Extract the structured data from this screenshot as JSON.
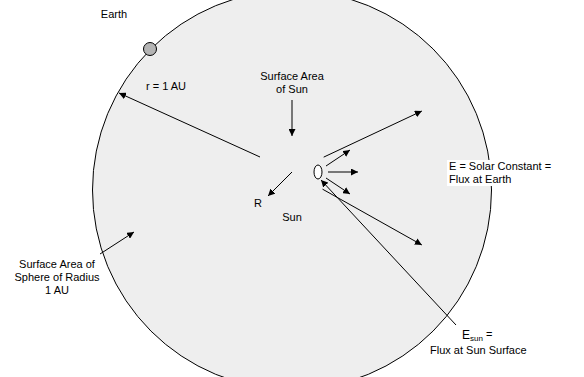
{
  "diagram": {
    "nodes": [
      {
        "text": [
          "Surface Area of Sphere of Radius 1 AU"
        ]
      },
      {
        "text": [
          "Earth"
        ]
      },
      {
        "text": [
          "Sun"
        ],
        "in": 0
      },
      {
        "text": [
          "E = Solar Constant = Flux at Earth"
        ],
        "in": 0
      }
    ],
    "edges": [
      {
        "from": 2,
        "to": 3,
        "arrow": "to"
      },
      {
        "from": 2,
        "to": 3,
        "arrow": "to"
      }
    ],
    "labels": [
      "Surface Area of Sun",
      "r = 1 AU",
      "R",
      "E",
      "sun",
      "=",
      "Flux at Sun Surface"
    ]
  }
}
